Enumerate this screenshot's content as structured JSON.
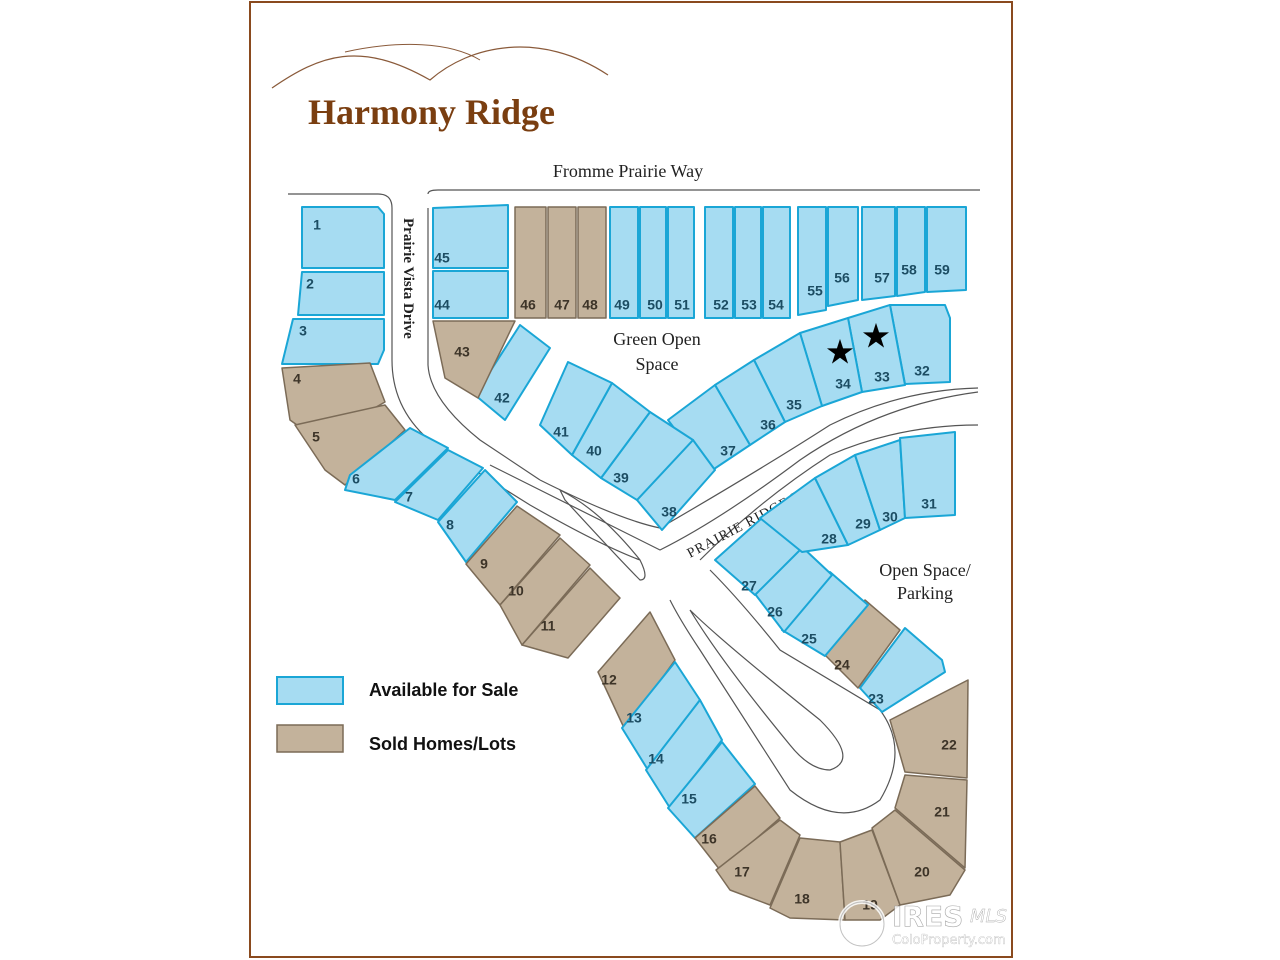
{
  "title": "Harmony Ridge",
  "streets": {
    "north": "Fromme Prairie Way",
    "west": "Prairie Vista Drive",
    "curve": "PRAIRIE RIDGE DR."
  },
  "areas": {
    "green_open_space_line1": "Green Open",
    "green_open_space_line2": "Space",
    "open_space_line1": "Open Space/",
    "open_space_line2": "Parking"
  },
  "legend": {
    "available": "Available for Sale",
    "sold": "Sold Homes/Lots",
    "available_color": "#a6dcf2",
    "sold_color": "#c3b29b"
  },
  "status_colors": {
    "available": "#a6dcf2",
    "sold": "#c3b29b"
  },
  "featured_lots": [
    "33",
    "34"
  ],
  "featured_icon": "star-icon",
  "watermark": {
    "brand": "IRES",
    "suffix": "MLS",
    "site": "ColoProperty.com"
  },
  "lots": [
    {
      "n": "1",
      "s": "available"
    },
    {
      "n": "2",
      "s": "available"
    },
    {
      "n": "3",
      "s": "available"
    },
    {
      "n": "4",
      "s": "sold"
    },
    {
      "n": "5",
      "s": "sold"
    },
    {
      "n": "6",
      "s": "available"
    },
    {
      "n": "7",
      "s": "available"
    },
    {
      "n": "8",
      "s": "available"
    },
    {
      "n": "9",
      "s": "sold"
    },
    {
      "n": "10",
      "s": "sold"
    },
    {
      "n": "11",
      "s": "sold"
    },
    {
      "n": "12",
      "s": "sold"
    },
    {
      "n": "13",
      "s": "available"
    },
    {
      "n": "14",
      "s": "available"
    },
    {
      "n": "15",
      "s": "available"
    },
    {
      "n": "16",
      "s": "sold"
    },
    {
      "n": "17",
      "s": "sold"
    },
    {
      "n": "18",
      "s": "sold"
    },
    {
      "n": "19",
      "s": "sold"
    },
    {
      "n": "20",
      "s": "sold"
    },
    {
      "n": "21",
      "s": "sold"
    },
    {
      "n": "22",
      "s": "sold"
    },
    {
      "n": "23",
      "s": "available"
    },
    {
      "n": "24",
      "s": "sold"
    },
    {
      "n": "25",
      "s": "available"
    },
    {
      "n": "26",
      "s": "available"
    },
    {
      "n": "27",
      "s": "available"
    },
    {
      "n": "28",
      "s": "available"
    },
    {
      "n": "29",
      "s": "available"
    },
    {
      "n": "30",
      "s": "available"
    },
    {
      "n": "31",
      "s": "available"
    },
    {
      "n": "32",
      "s": "available"
    },
    {
      "n": "33",
      "s": "available"
    },
    {
      "n": "34",
      "s": "available"
    },
    {
      "n": "35",
      "s": "available"
    },
    {
      "n": "36",
      "s": "available"
    },
    {
      "n": "37",
      "s": "available"
    },
    {
      "n": "38",
      "s": "available"
    },
    {
      "n": "39",
      "s": "available"
    },
    {
      "n": "40",
      "s": "available"
    },
    {
      "n": "41",
      "s": "available"
    },
    {
      "n": "42",
      "s": "available"
    },
    {
      "n": "43",
      "s": "sold"
    },
    {
      "n": "44",
      "s": "available"
    },
    {
      "n": "45",
      "s": "available"
    },
    {
      "n": "46",
      "s": "sold"
    },
    {
      "n": "47",
      "s": "sold"
    },
    {
      "n": "48",
      "s": "sold"
    },
    {
      "n": "49",
      "s": "available"
    },
    {
      "n": "50",
      "s": "available"
    },
    {
      "n": "51",
      "s": "available"
    },
    {
      "n": "52",
      "s": "available"
    },
    {
      "n": "53",
      "s": "available"
    },
    {
      "n": "54",
      "s": "available"
    },
    {
      "n": "55",
      "s": "available"
    },
    {
      "n": "56",
      "s": "available"
    },
    {
      "n": "57",
      "s": "available"
    },
    {
      "n": "58",
      "s": "available"
    },
    {
      "n": "59",
      "s": "available"
    }
  ]
}
